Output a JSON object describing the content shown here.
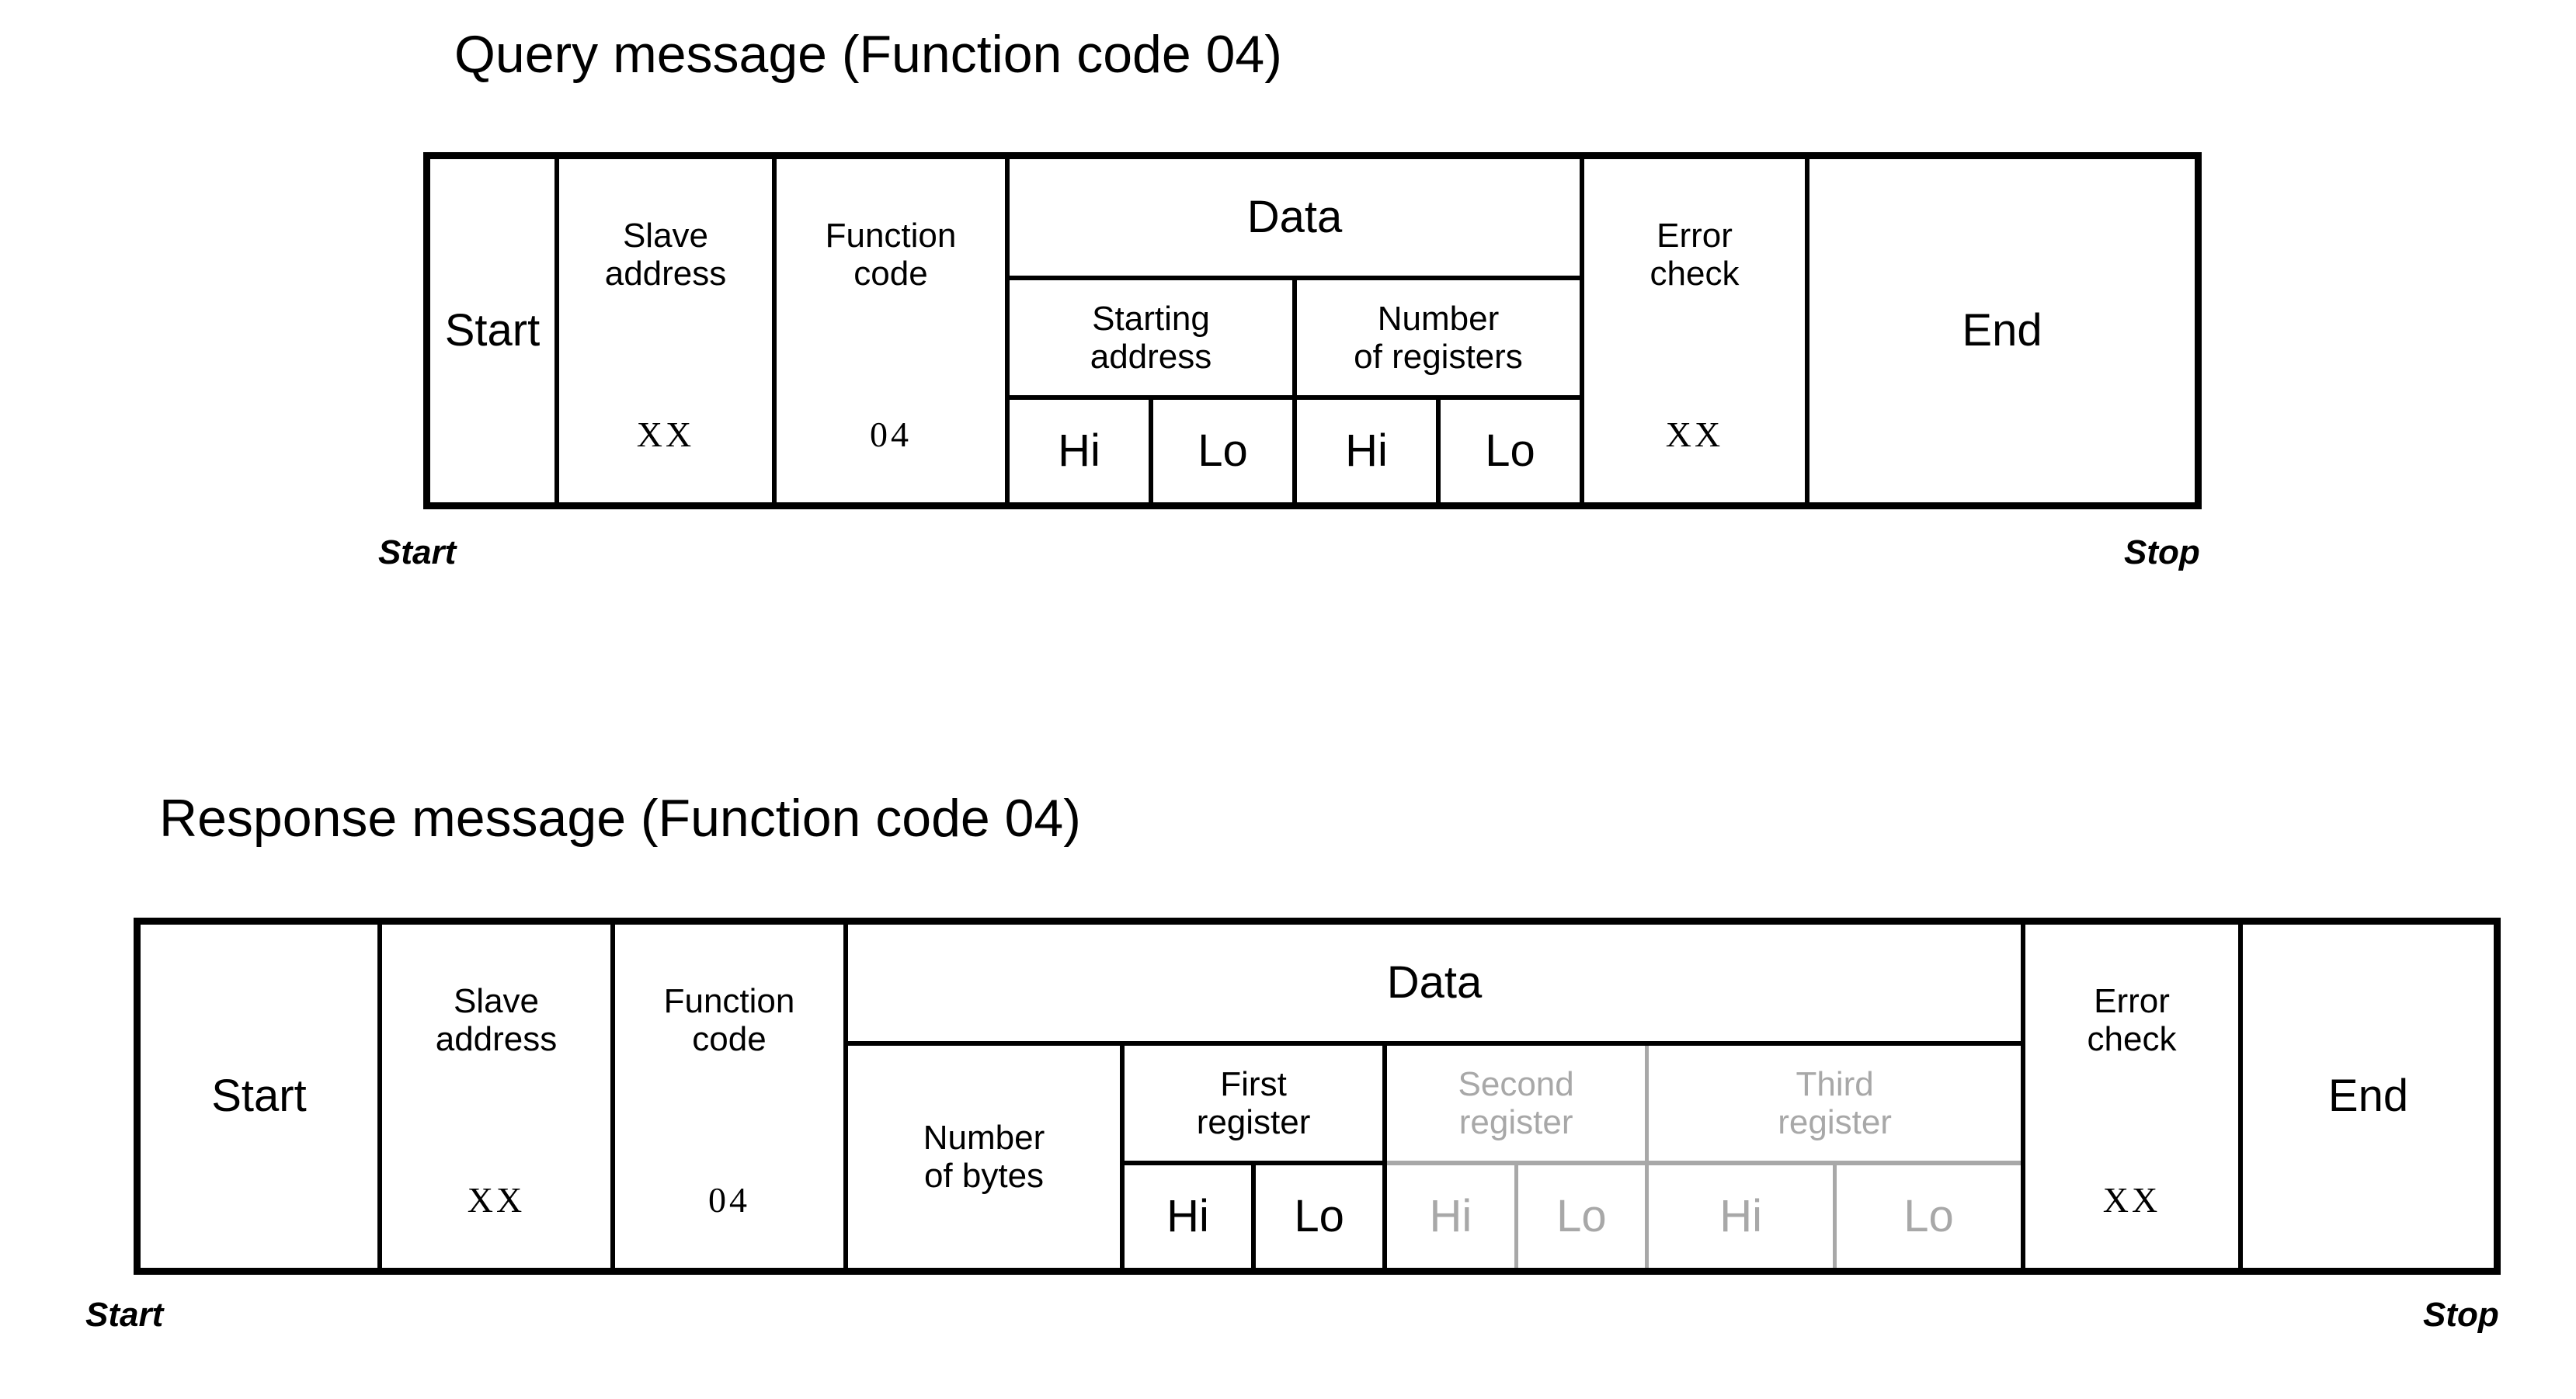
{
  "colors": {
    "ink": "#000000",
    "muted": "#a8a8a8",
    "background": "#ffffff"
  },
  "query": {
    "title": "Query message (Function code 04)",
    "start_caption": "Start",
    "stop_caption": "Stop",
    "fields": {
      "start": "Start",
      "slave_address_label": "Slave\naddress",
      "slave_address_label_l1": "Slave",
      "slave_address_label_l2": "address",
      "slave_address_value": "XX",
      "function_code_label_l1": "Function",
      "function_code_label_l2": "code",
      "function_code_value": "04",
      "data_label": "Data",
      "starting_address_l1": "Starting",
      "starting_address_l2": "address",
      "number_of_registers_l1": "Number",
      "number_of_registers_l2": "of registers",
      "byte_hi": "Hi",
      "byte_lo": "Lo",
      "error_check_label_l1": "Error",
      "error_check_label_l2": "check",
      "error_check_value": "XX",
      "end": "End"
    }
  },
  "response": {
    "title": "Response message (Function code 04)",
    "start_caption": "Start",
    "stop_caption": "Stop",
    "fields": {
      "start": "Start",
      "slave_address_label_l1": "Slave",
      "slave_address_label_l2": "address",
      "slave_address_value": "XX",
      "function_code_label_l1": "Function",
      "function_code_label_l2": "code",
      "function_code_value": "04",
      "data_label": "Data",
      "number_of_bytes_l1": "Number",
      "number_of_bytes_l2": "of bytes",
      "first_register_l1": "First",
      "first_register_l2": "register",
      "second_register_l1": "Second",
      "second_register_l2": "register",
      "third_register_l1": "Third",
      "third_register_l2": "register",
      "byte_hi": "Hi",
      "byte_lo": "Lo",
      "error_check_label_l1": "Error",
      "error_check_label_l2": "check",
      "error_check_value": "XX",
      "end": "End"
    }
  }
}
